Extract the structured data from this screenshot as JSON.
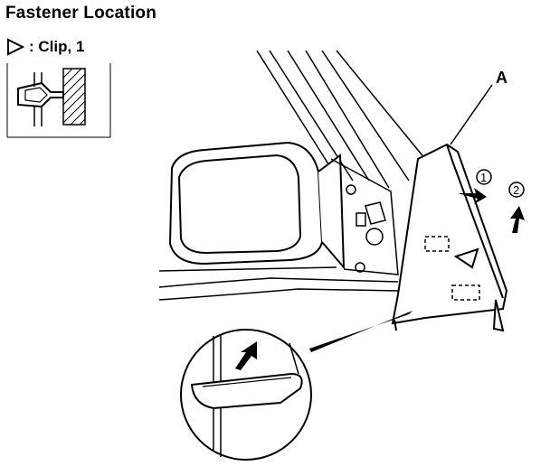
{
  "title": "Fastener Location",
  "legend": {
    "symbol": "triangle-outline-icon",
    "text": ": Clip, 1"
  },
  "callout_label": "A",
  "steps": [
    "1",
    "2"
  ],
  "colors": {
    "ink": "#000000",
    "paper": "#ffffff"
  }
}
